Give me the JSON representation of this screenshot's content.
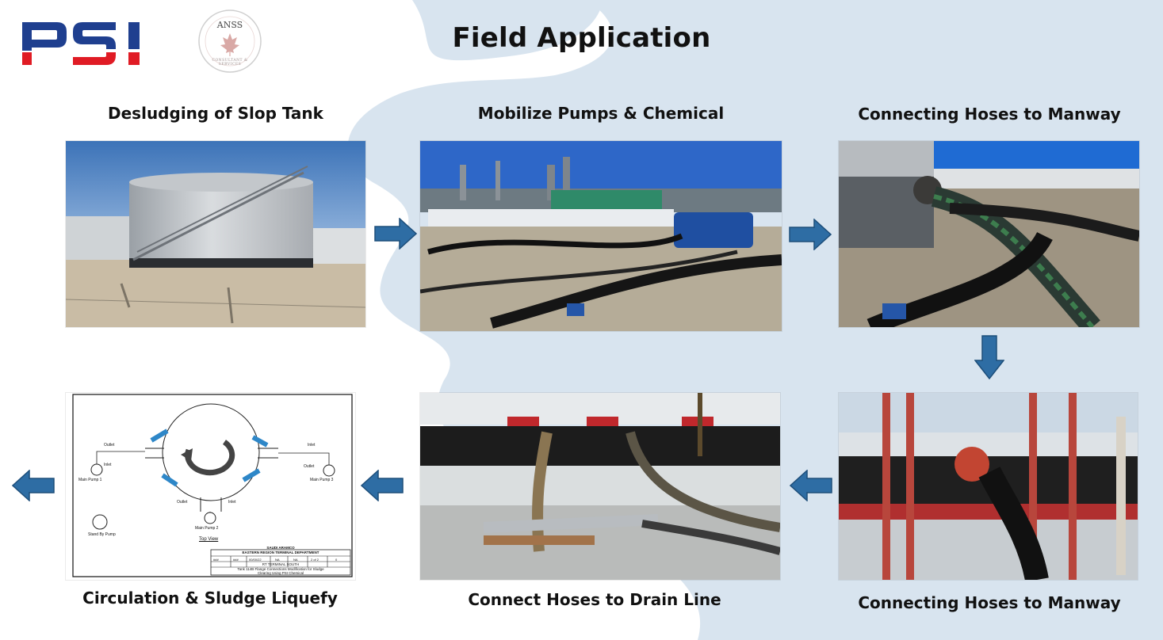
{
  "title": "Field Application",
  "logos": {
    "psi": "PSI",
    "anss_main": "ANSS",
    "anss_ring": "CONSULTANT & SERVICES"
  },
  "steps": [
    {
      "caption": "Desludging of Slop Tank"
    },
    {
      "caption": "Mobilize Pumps & Chemical"
    },
    {
      "caption": "Connecting Hoses to Manway"
    },
    {
      "caption": "Connecting Hoses to Manway"
    },
    {
      "caption": "Connect Hoses to Drain Line"
    },
    {
      "caption": "Circulation & Sludge Liquefy"
    }
  ],
  "diagram": {
    "outlet_1": "Outlet",
    "inlet_1": "Inlet",
    "pump_1": "Main Pump 1",
    "outlet_2": "Outlet",
    "inlet_2": "Inlet",
    "pump_2": "Main Pump 2",
    "outlet_3": "Outlet",
    "inlet_3": "Inlet",
    "pump_3": "Main Pump 3",
    "standby": "Stand By Pump",
    "top_view": "Top View",
    "tb_company": "SAUDI ARAMCO",
    "tb_dept": "EASTERN REGION TERMINAL DEPARTMENT",
    "tb_terminal": "RT TERMINAL SOUTH",
    "tb_desc1": "Tank 114B Flange Connections Modification for Sludge",
    "tb_desc2": "Clearing Using PSI Chemical",
    "tb_cells": [
      "###",
      "###",
      "00/00/22",
      "NA",
      "NA",
      "2 of 2",
      "0"
    ]
  },
  "colors": {
    "accent_blue": "#2e6da4",
    "psi_blue": "#1f3f8f",
    "psi_red": "#e01b24",
    "wave": "#d8e4ef"
  }
}
